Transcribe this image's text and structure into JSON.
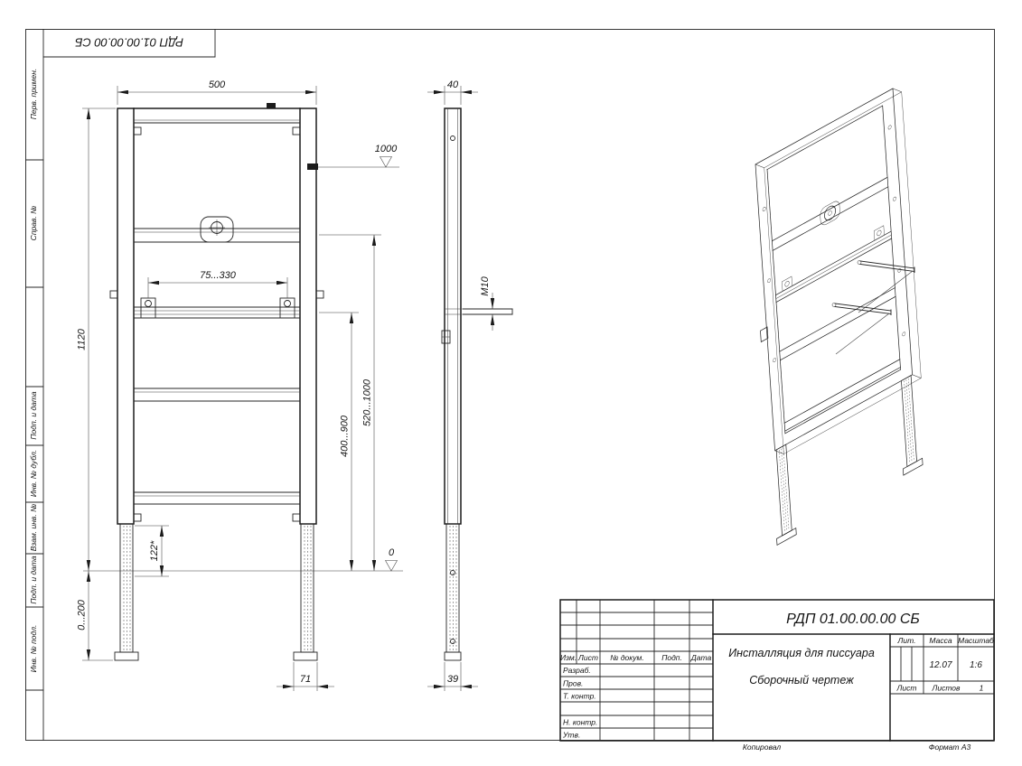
{
  "doc": {
    "number": "РДП 01.00.00.00 СБ",
    "copied": "Копировал",
    "format": "Формат А3"
  },
  "strip": {
    "labels": [
      "Перв. примен.",
      "Справ. №",
      "Подп. и дата",
      "Инв. № дубл.",
      "Взам. инв. №",
      "Подп. и дата",
      "Инв. № подл."
    ]
  },
  "front": {
    "w500": "500",
    "h1120": "1120",
    "slot": "75...330",
    "d122": "122*",
    "d0200": "0...200",
    "d71": "71",
    "r400": "400...900",
    "r520": "520...1000",
    "lvl1000": "1000",
    "lvl0": "0"
  },
  "side": {
    "w40": "40",
    "m10": "M10",
    "d39": "39"
  },
  "tb": {
    "designation": "РДП 01.00.00.00 СБ",
    "name": "Инсталляция для писсуара",
    "doctype": "Сборочный чертеж",
    "col_izm": "Изм.",
    "col_list": "Лист",
    "col_doc": "№ докум.",
    "col_podp": "Подп.",
    "col_data": "Дата",
    "row_razrab": "Разраб.",
    "row_prov": "Пров.",
    "row_tkontr": "Т. контр.",
    "row_nkontr": "Н. контр.",
    "row_utv": "Утв.",
    "lit": "Лит.",
    "massa": "Масса",
    "scale": "Масштаб",
    "massa_val": "12.07",
    "scale_val": "1:6",
    "sheet": "Лист",
    "sheets": "Листов",
    "sheets_val": "1"
  }
}
